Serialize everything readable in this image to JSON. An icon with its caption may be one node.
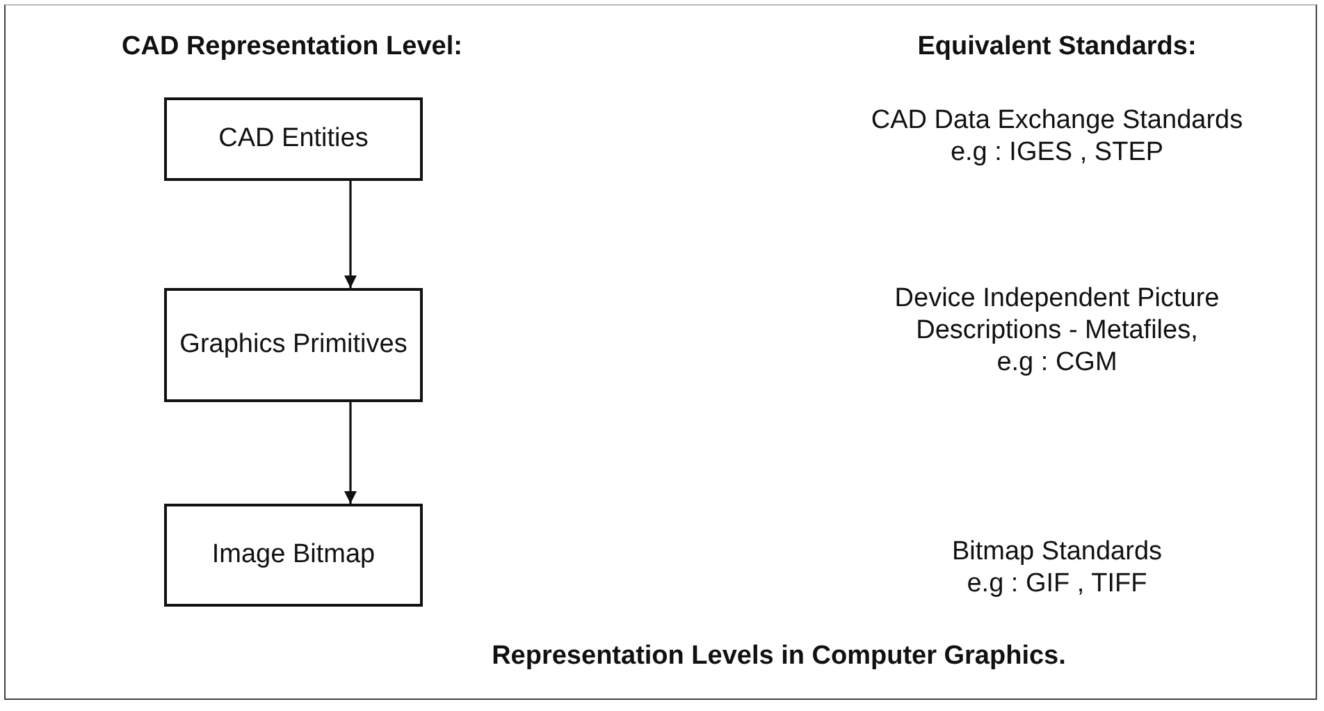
{
  "diagram": {
    "caption": "Representation Levels in Computer Graphics.",
    "nodes": [
      {
        "text": [
          "CAD Entities"
        ]
      },
      {
        "text": [
          "Graphics Primitives"
        ]
      },
      {
        "text": [
          "Image Bitmap"
        ]
      }
    ],
    "edges": [
      {
        "from": 0,
        "to": 1,
        "arrow": "to"
      },
      {
        "from": 1,
        "to": 2,
        "arrow": "to"
      }
    ],
    "labels": [
      "CAD Representation Level:",
      "Equivalent Standards:",
      "CAD Data Exchange Standards",
      "e.g : IGES , STEP",
      "Device Independent Picture Descriptions - Metafiles,",
      "e.g : CGM",
      "Bitmap Standards",
      "e.g : GIF , TIFF"
    ]
  }
}
